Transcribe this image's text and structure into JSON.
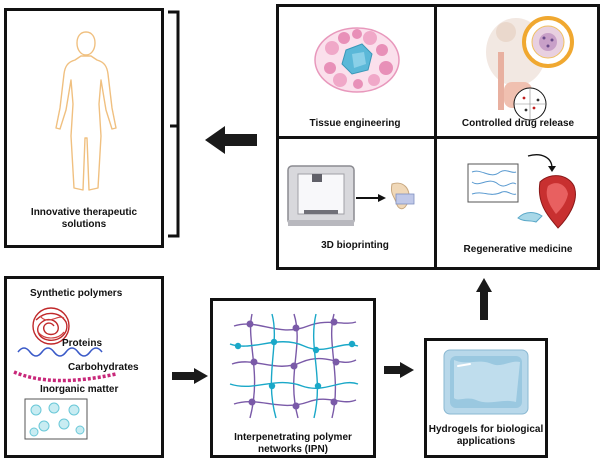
{
  "panels": {
    "therapy": {
      "label": "Innovative therapeutic solutions"
    },
    "tissue": {
      "label": "Tissue engineering"
    },
    "drug": {
      "label": "Controlled drug release"
    },
    "bioprint": {
      "label": "3D bioprinting"
    },
    "regen": {
      "label": "Regenerative medicine"
    },
    "components": {
      "synthetic": "Synthetic polymers",
      "proteins": "Proteins",
      "carbohydrates": "Carbohydrates",
      "inorganic": "Inorganic matter"
    },
    "ipn": {
      "label": "Interpenetrating polymer networks (IPN)"
    },
    "hydrogel": {
      "label": "Hydrogels for biological applications"
    }
  },
  "colors": {
    "border": "#111111",
    "arrow": "#1a1a1a",
    "body_outline": "#f0c080",
    "tissue_pink": "#f0a8c8",
    "tissue_blue": "#5bb8d8",
    "network_purple": "#7a5aa8",
    "network_cyan": "#1aa8c8",
    "polymer_red": "#c0282a",
    "protein_blue": "#3a5ac8",
    "carb_magenta": "#c8287a",
    "inorganic_cyan": "#6ac8d8",
    "hydrogel_blue": "#9ac8e0"
  }
}
